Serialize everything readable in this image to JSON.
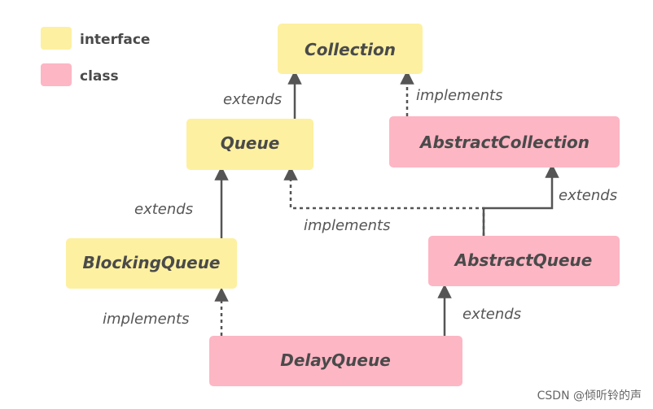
{
  "colors": {
    "interface": "#fdf0a0",
    "class": "#fdb6c4",
    "text": "#4a4a4a",
    "line": "#555555"
  },
  "legend": {
    "interface_label": "interface",
    "class_label": "class"
  },
  "nodes": {
    "collection": "Collection",
    "queue": "Queue",
    "abstract_collection": "AbstractCollection",
    "blocking_queue": "BlockingQueue",
    "abstract_queue": "AbstractQueue",
    "delay_queue": "DelayQueue"
  },
  "relations": {
    "queue_extends_collection": "extends",
    "abstractcollection_implements_collection": "implements",
    "blockingqueue_extends_queue": "extends",
    "abstractqueue_implements_queue": "implements",
    "abstractqueue_extends_abstractcollection": "extends",
    "delayqueue_implements_blockingqueue": "implements",
    "delayqueue_extends_abstractqueue": "extends"
  },
  "watermark": "CSDN @倾听铃的声"
}
